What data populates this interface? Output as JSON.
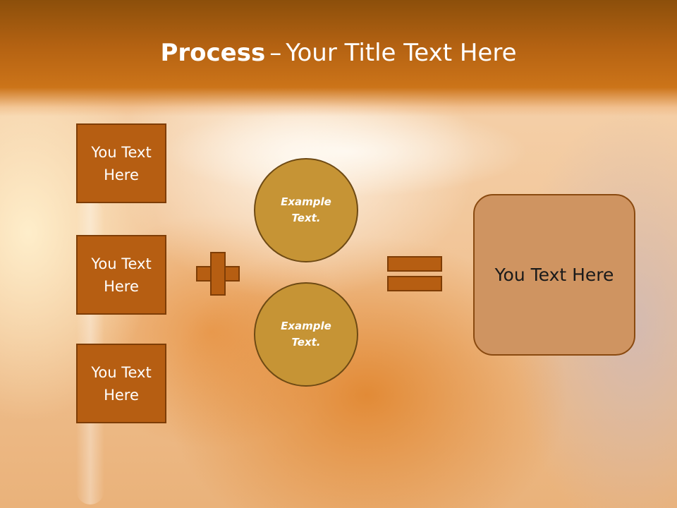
{
  "slide": {
    "title_bold": "Process",
    "title_separator": "–",
    "title_rest": "Your Title Text Here"
  },
  "left_boxes": [
    {
      "label": "You Text Here"
    },
    {
      "label": "You Text Here"
    },
    {
      "label": "You Text Here"
    }
  ],
  "circles": [
    {
      "label": "Example Text."
    },
    {
      "label": "Example Text."
    }
  ],
  "operators": {
    "plus": "plus-sign",
    "equals": "equals-sign"
  },
  "result_box": {
    "label": "You Text Here"
  },
  "colors": {
    "header": "#b46212",
    "box_fill": "#b65e12",
    "circle_fill": "#c69435",
    "result_fill": "#cf9461"
  }
}
